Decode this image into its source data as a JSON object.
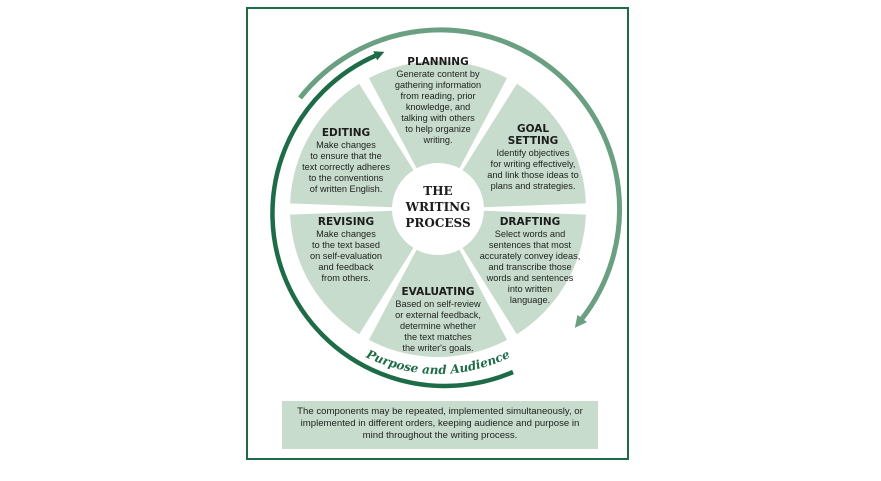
{
  "diagram": {
    "center_title": [
      "THE",
      "WRITING",
      "PROCESS"
    ],
    "segments": [
      {
        "key": "planning",
        "title": [
          "PLANNING"
        ],
        "body": [
          "Generate content by",
          "gathering information",
          "from reading, prior",
          "knowledge, and",
          "talking with others",
          "to help organize",
          "writing."
        ]
      },
      {
        "key": "goal-setting",
        "title": [
          "GOAL",
          "SETTING"
        ],
        "body": [
          "Identify objectives",
          "for writing effectively,",
          "and link those ideas to",
          "plans and strategies."
        ]
      },
      {
        "key": "drafting",
        "title": [
          "DRAFTING"
        ],
        "body": [
          "Select words and",
          "sentences that most",
          "accurately convey ideas,",
          "and transcribe those",
          "words and sentences",
          "into written",
          "language."
        ]
      },
      {
        "key": "evaluating",
        "title": [
          "EVALUATING"
        ],
        "body": [
          "Based on self-review",
          "or external feedback,",
          "determine whether",
          "the text matches",
          "the writer's goals."
        ]
      },
      {
        "key": "revising",
        "title": [
          "REVISING"
        ],
        "body": [
          "Make changes",
          "to the text based",
          "on self-evaluation",
          "and feedback",
          "from others."
        ]
      },
      {
        "key": "editing",
        "title": [
          "EDITING"
        ],
        "body": [
          "Make changes",
          "to ensure that the",
          "text correctly adheres",
          "to the conventions",
          "of written English."
        ]
      }
    ],
    "arc_label": "Purpose and Audience",
    "note": "The components may be repeated, implemented simultaneously, or implemented in different orders, keeping audience and purpose in mind throughout the writing process."
  },
  "colors": {
    "accent": "#1e6b47",
    "segment_fill": "#c7dccd",
    "outer_ring": "#6a9f82",
    "note_fill": "#c7dccd"
  }
}
